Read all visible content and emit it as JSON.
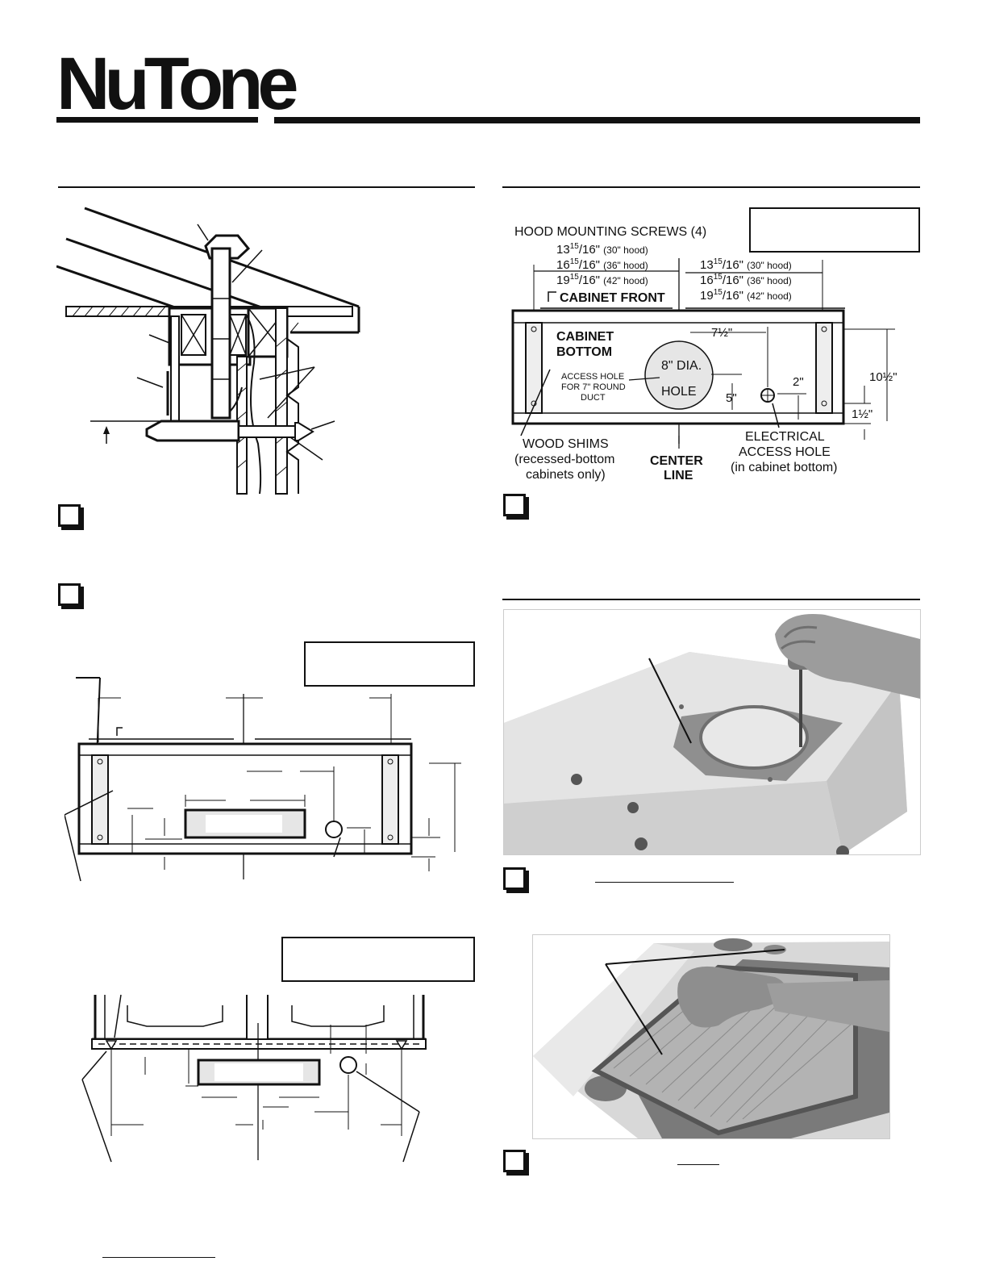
{
  "brand": {
    "logo": "NuTone"
  },
  "diagram_top_right": {
    "hood_mounting_screws": "HOOD MOUNTING SCREWS (4)",
    "dims_left": [
      {
        "whole": "13",
        "num": "15",
        "den": "/16\"",
        "note": "(30\" hood)"
      },
      {
        "whole": "16",
        "num": "15",
        "den": "/16\"",
        "note": "(36\" hood)"
      },
      {
        "whole": "19",
        "num": "15",
        "den": "/16\"",
        "note": "(42\" hood)"
      }
    ],
    "dims_right": [
      {
        "whole": "13",
        "num": "15",
        "den": "/16\"",
        "note": "(30\" hood)"
      },
      {
        "whole": "16",
        "num": "15",
        "den": "/16\"",
        "note": "(36\" hood)"
      },
      {
        "whole": "19",
        "num": "15",
        "den": "/16\"",
        "note": "(42\" hood)"
      }
    ],
    "cabinet_front": "CABINET FRONT",
    "cabinet_bottom_1": "CABINET",
    "cabinet_bottom_2": "BOTTOM",
    "dim_7_5": "7½\"",
    "hole_top": "8\"  DIA.",
    "hole_bottom": "HOLE",
    "access_hole_1": "ACCESS HOLE",
    "access_hole_2": "FOR 7\" ROUND",
    "access_hole_3": "DUCT",
    "dim_5": "5\"",
    "dim_2": "2\"",
    "dim_10_5": "10½\"",
    "dim_1_5": "1½\"",
    "wood_shims_1": "WOOD SHIMS",
    "wood_shims_2": "(recessed-bottom",
    "wood_shims_3": "cabinets only)",
    "center_line_1": "CENTER",
    "center_line_2": "LINE",
    "electrical_1": "ELECTRICAL",
    "electrical_2": "ACCESS HOLE",
    "electrical_3": "(in cabinet bottom)"
  }
}
